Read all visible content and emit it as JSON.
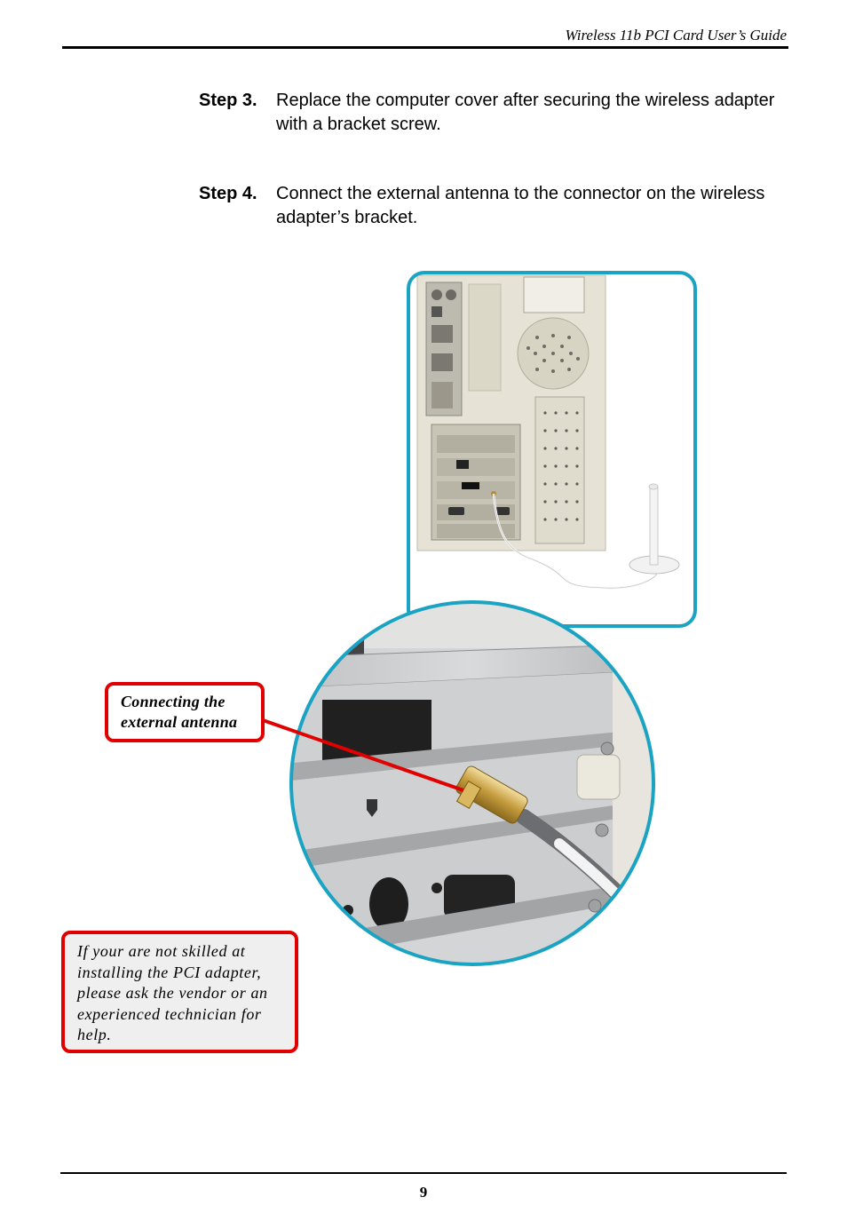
{
  "header": {
    "title": "Wireless 11b PCI Card User’s Guide"
  },
  "steps": [
    {
      "label": "Step 3.",
      "text": "Replace the computer cover after securing the wireless adapter with a bracket screw."
    },
    {
      "label": "Step 4.",
      "text": "Connect the external antenna to the connector on the wireless adapter’s bracket."
    }
  ],
  "figure": {
    "callout_antenna": {
      "line1": "Connecting the",
      "line2": "external antenna"
    },
    "note": "If your are not skilled at installing the PCI adapter, please ask the vendor or an experienced technician for help.",
    "colors": {
      "frame": "#1aa3c3",
      "callout": "#e00000",
      "note_bg": "#efefef",
      "case": "#e6e3d6",
      "metal": "#c9cbcc"
    }
  },
  "footer": {
    "page_number": "9"
  }
}
